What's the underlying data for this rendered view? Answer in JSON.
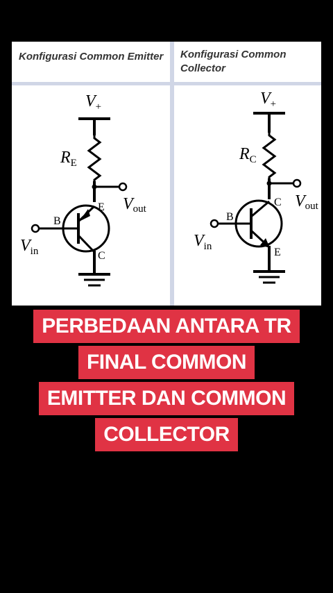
{
  "panels": [
    {
      "title": "Konfigurasi Common Emitter",
      "labels": {
        "supply": "V",
        "supply_sub": "+",
        "resistor": "R",
        "resistor_sub": "E",
        "output": "V",
        "output_sub": "out",
        "input": "V",
        "input_sub": "in",
        "base_pin": "B",
        "top_pin": "E",
        "bottom_pin": "C"
      }
    },
    {
      "title": "Konfigurasi Common Collector",
      "labels": {
        "supply": "V",
        "supply_sub": "+",
        "resistor": "R",
        "resistor_sub": "C",
        "output": "V",
        "output_sub": "out",
        "input": "V",
        "input_sub": "in",
        "base_pin": "B",
        "top_pin": "C",
        "bottom_pin": "E"
      }
    }
  ],
  "caption": {
    "lines": [
      "PERBEDAAN ANTARA TR",
      "FINAL COMMON",
      "EMITTER DAN COMMON",
      "COLLECTOR"
    ]
  },
  "colors": {
    "caption_bg": "#e03344",
    "caption_text": "#ffffff",
    "separator": "#d0d6e6"
  }
}
